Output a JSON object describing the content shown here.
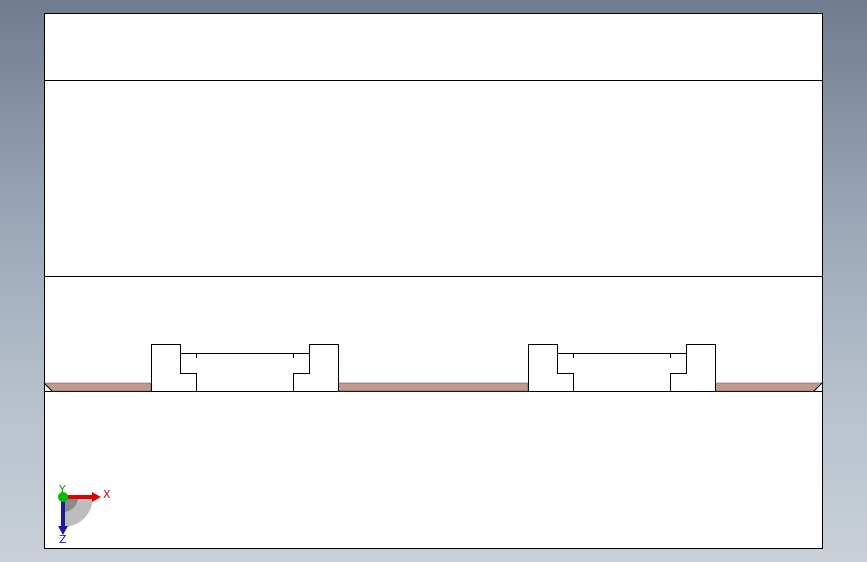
{
  "triad": {
    "x_label": "X",
    "y_label": "Y",
    "z_label": "Z"
  },
  "colors": {
    "background_top": "#6f7c8f",
    "background_bottom": "#c9d0d8",
    "sheet": "#ffffff",
    "edge": "#000000",
    "section_fill": "#c19a8c",
    "axis_x": "#e00000",
    "axis_y": "#00b000",
    "axis_z": "#1a1aa0"
  }
}
